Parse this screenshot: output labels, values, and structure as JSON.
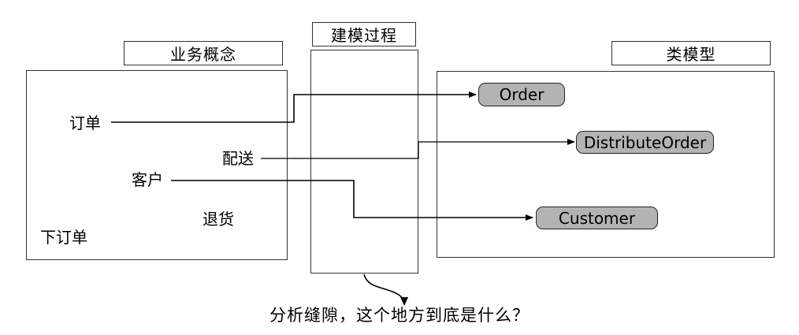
{
  "headers": {
    "business_concepts": "业务概念",
    "modeling_process": "建模过程",
    "class_model": "类模型"
  },
  "business_terms": {
    "order": "订单",
    "delivery": "配送",
    "customer": "客户",
    "return_goods": "退货",
    "place_order": "下订单"
  },
  "classes": {
    "order": "Order",
    "distribute_order": "DistributeOrder",
    "customer": "Customer"
  },
  "question": "分析缝隙，这个地方到底是什么？",
  "colors": {
    "class_fill": "#b3b3b3",
    "line": "#000000"
  }
}
